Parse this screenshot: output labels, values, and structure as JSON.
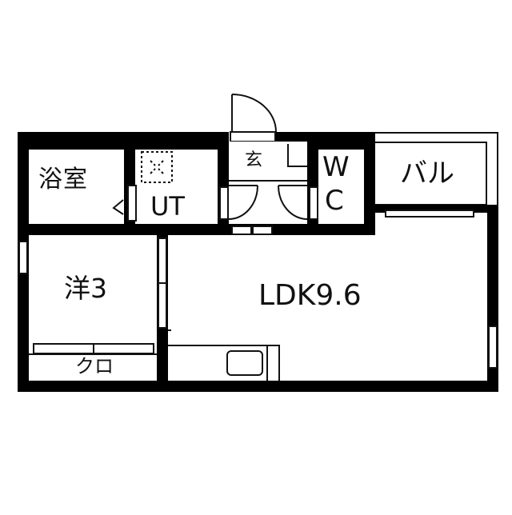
{
  "floor_plan": {
    "rooms": {
      "bathroom": {
        "label": "浴室"
      },
      "utility": {
        "label": "UT"
      },
      "entrance": {
        "label": "玄"
      },
      "toilet": {
        "label_top": "W",
        "label_bottom": "C"
      },
      "balcony": {
        "label": "バル"
      },
      "western_room": {
        "label": "洋3"
      },
      "closet": {
        "label": "クロ"
      },
      "ldk": {
        "label": "LDK9.6"
      }
    },
    "colors": {
      "wall": "#000000",
      "background": "#ffffff",
      "line": "#111111"
    }
  }
}
